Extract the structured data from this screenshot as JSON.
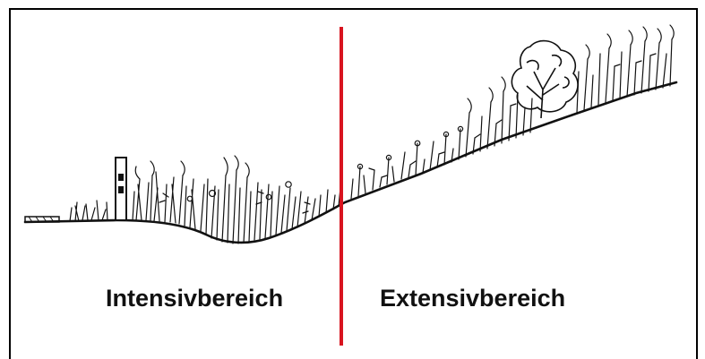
{
  "labels": {
    "left_zone": "Intensivbereich",
    "right_zone": "Extensivbereich"
  },
  "colors": {
    "divider": "#d8141f",
    "ink": "#111111",
    "frame": "#000000"
  },
  "icons": {
    "tree": "tree-icon",
    "marker_post": "marker-post-icon",
    "vegetation": "grass-vegetation"
  }
}
